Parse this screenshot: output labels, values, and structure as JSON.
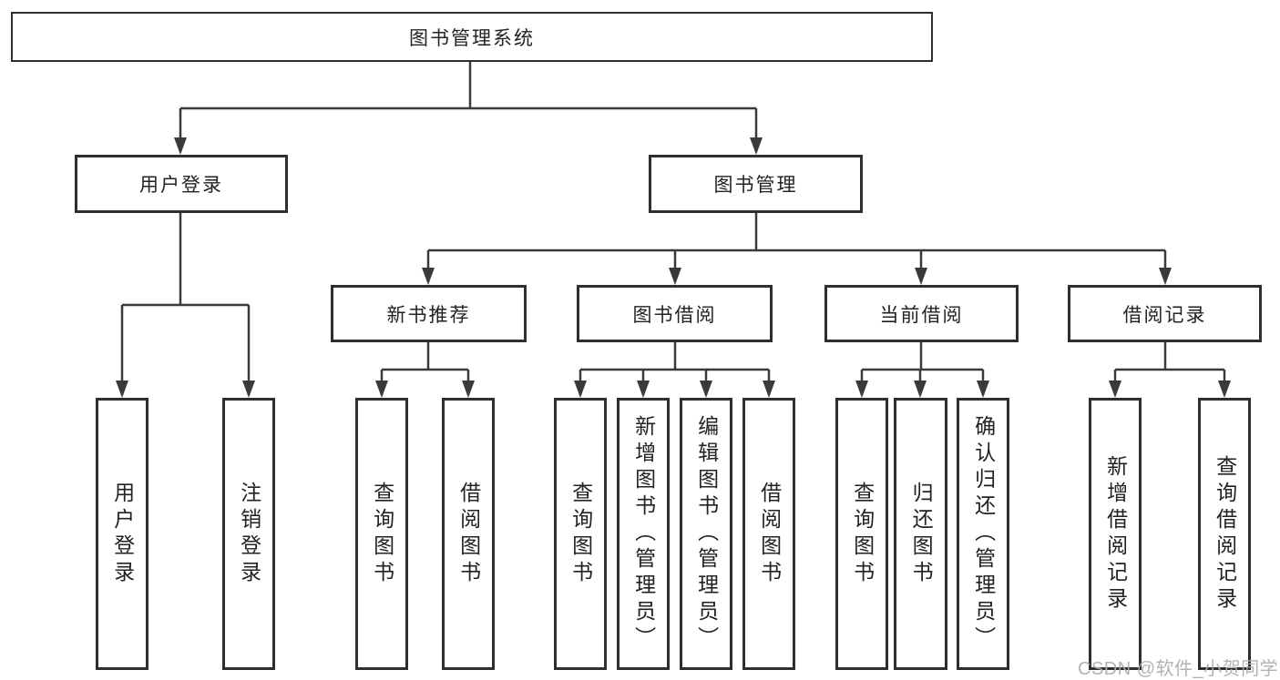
{
  "diagram": {
    "root": {
      "label": "图书管理系统"
    },
    "level2": [
      {
        "label": "用户登录"
      },
      {
        "label": "图书管理"
      }
    ],
    "level3": [
      {
        "label": "新书推荐"
      },
      {
        "label": "图书借阅"
      },
      {
        "label": "当前借阅"
      },
      {
        "label": "借阅记录"
      }
    ],
    "leaves": [
      {
        "label": "用户登录",
        "parent": "用户登录"
      },
      {
        "label": "注销登录",
        "parent": "用户登录"
      },
      {
        "label": "查询图书",
        "parent": "新书推荐"
      },
      {
        "label": "借阅图书",
        "parent": "新书推荐"
      },
      {
        "label": "查询图书",
        "parent": "图书借阅"
      },
      {
        "label": "新增图书（管理员）",
        "parent": "图书借阅"
      },
      {
        "label": "编辑图书（管理员）",
        "parent": "图书借阅"
      },
      {
        "label": "借阅图书",
        "parent": "图书借阅"
      },
      {
        "label": "查询图书",
        "parent": "当前借阅"
      },
      {
        "label": "归还图书",
        "parent": "当前借阅"
      },
      {
        "label": "确认归还（管理员）",
        "parent": "当前借阅"
      },
      {
        "label": "新增借阅记录",
        "parent": "借阅记录"
      },
      {
        "label": "查询借阅记录",
        "parent": "借阅记录"
      }
    ]
  },
  "watermark": {
    "text": "CSDN @软件_小贺同学"
  },
  "colors": {
    "line": "#3a3a3a",
    "border": "#2e2e2e",
    "text": "#222222",
    "background": "#ffffff",
    "watermark": "#ababab"
  }
}
